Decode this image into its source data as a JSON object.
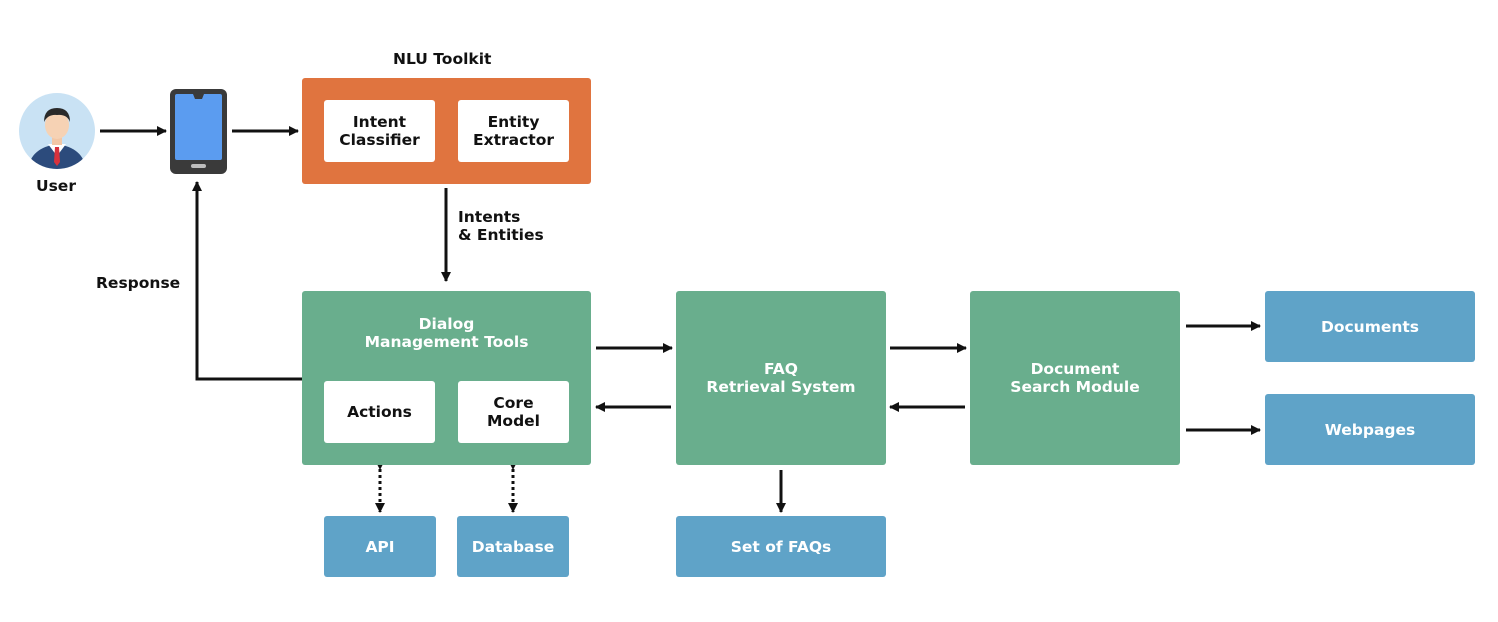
{
  "user": {
    "label": "User"
  },
  "nlu": {
    "title": "NLU Toolkit",
    "intent_classifier": "Intent\nClassifier",
    "entity_extractor": "Entity\nExtractor"
  },
  "flow": {
    "intents_entities": "Intents\n& Entities",
    "response": "Response"
  },
  "dialog": {
    "title": "Dialog\nManagement Tools",
    "actions": "Actions",
    "core_model": "Core\nModel"
  },
  "stores": {
    "api": "API",
    "database": "Database"
  },
  "faq": {
    "title": "FAQ\nRetrieval System",
    "set_of_faqs": "Set of FAQs"
  },
  "doc_search": {
    "title": "Document\nSearch Module"
  },
  "outputs": {
    "documents": "Documents",
    "webpages": "Webpages"
  },
  "colors": {
    "nlu": "#e0743f",
    "module": "#69ae8d",
    "store": "#5fa3c8",
    "phone_screen": "#5b9cf0",
    "phone_body": "#3a3a3a",
    "avatar_bg": "#c9e2f4",
    "arrow": "#111111"
  }
}
